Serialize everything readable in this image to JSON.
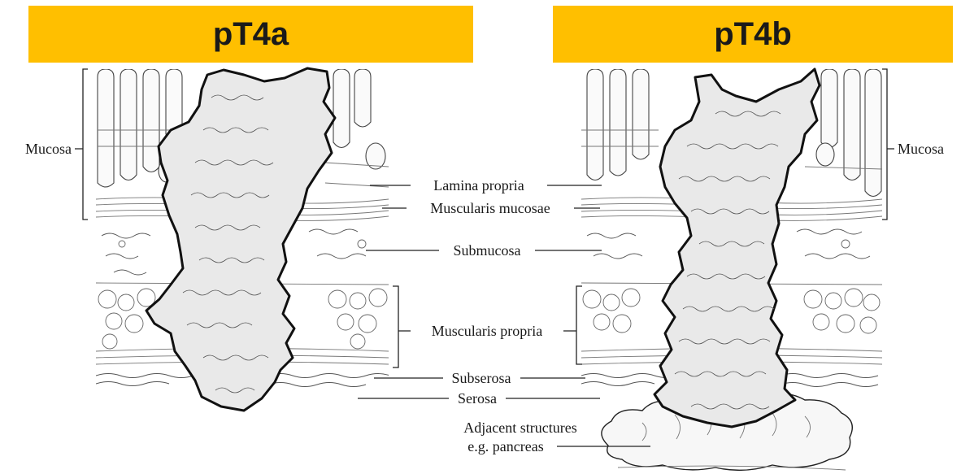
{
  "panels": {
    "left_title": "pT4a",
    "right_title": "pT4b",
    "banner_color": "#FFBF00"
  },
  "labels": {
    "mucosa_left": "Mucosa",
    "mucosa_right": "Mucosa",
    "lamina_propria": "Lamina propria",
    "muscularis_mucosae": "Muscularis mucosae",
    "submucosa": "Submucosa",
    "muscularis_propria": "Muscularis propria",
    "subserosa": "Subserosa",
    "serosa": "Serosa",
    "adjacent_line1": "Adjacent structures",
    "adjacent_line2": "e.g. pancreas"
  }
}
